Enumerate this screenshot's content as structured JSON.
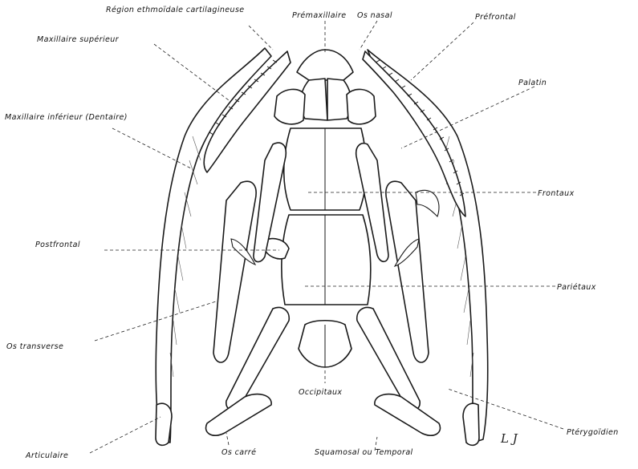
{
  "labels": {
    "region_ethmoidale": "Région ethmoïdale cartilagineuse",
    "premaxillaire": "Prémaxillaire",
    "os_nasal": "Os nasal",
    "prefrontal": "Préfrontal",
    "maxillaire_superieur": "Maxillaire supérieur",
    "palatin": "Palatin",
    "maxillaire_inferieur": "Maxillaire inférieur (Dentaire)",
    "frontaux": "Frontaux",
    "postfrontal": "Postfrontal",
    "parietaux": "Pariétaux",
    "os_transverse": "Os transverse",
    "occipitaux": "Occipitaux",
    "pterygoidien": "Ptérygoïdien",
    "articulaire": "Articulaire",
    "os_carre": "Os carré",
    "squamosal": "Squamosal ou Temporal"
  },
  "signature": "L J",
  "colors": {
    "ink": "#1a1a1a",
    "paper": "#ffffff"
  }
}
